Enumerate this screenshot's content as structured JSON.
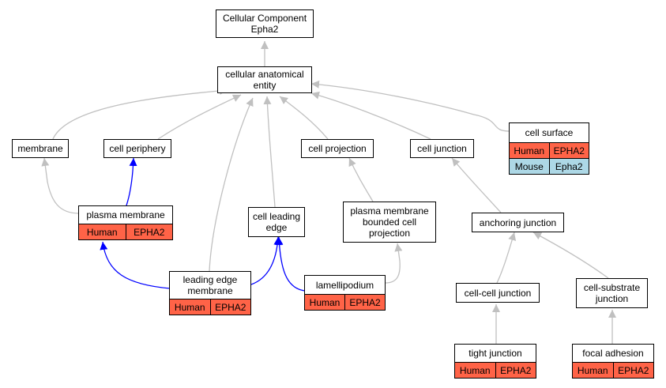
{
  "colors": {
    "human": "#ff6347",
    "mouse": "#add8e6",
    "edge_gray": "#c0c0c0",
    "edge_blue": "#0000ff"
  },
  "nodes": [
    {
      "id": "root",
      "title": "Cellular Component\nEpha2",
      "rows": []
    },
    {
      "id": "cae",
      "title": "cellular anatomical\nentity",
      "rows": []
    },
    {
      "id": "membrane",
      "title": "membrane",
      "rows": []
    },
    {
      "id": "periphery",
      "title": "cell periphery",
      "rows": []
    },
    {
      "id": "projection",
      "title": "cell projection",
      "rows": []
    },
    {
      "id": "junction",
      "title": "cell junction",
      "rows": []
    },
    {
      "id": "surface",
      "title": "cell surface",
      "rows": [
        {
          "species": "Human",
          "gene": "EPHA2",
          "kind": "human"
        },
        {
          "species": "Mouse",
          "gene": "Epha2",
          "kind": "mouse"
        }
      ]
    },
    {
      "id": "pm",
      "title": "plasma membrane",
      "rows": [
        {
          "species": "Human",
          "gene": "EPHA2",
          "kind": "human"
        }
      ]
    },
    {
      "id": "leading",
      "title": "cell leading\nedge",
      "rows": []
    },
    {
      "id": "pmbcp",
      "title": "plasma membrane\nbounded cell\nprojection",
      "rows": []
    },
    {
      "id": "anchoring",
      "title": "anchoring junction",
      "rows": []
    },
    {
      "id": "lem",
      "title": "leading edge\nmembrane",
      "rows": [
        {
          "species": "Human",
          "gene": "EPHA2",
          "kind": "human"
        }
      ]
    },
    {
      "id": "lamelli",
      "title": "lamellipodium",
      "rows": [
        {
          "species": "Human",
          "gene": "EPHA2",
          "kind": "human"
        }
      ]
    },
    {
      "id": "ccj",
      "title": "cell-cell junction",
      "rows": []
    },
    {
      "id": "csj",
      "title": "cell-substrate\njunction",
      "rows": []
    },
    {
      "id": "tight",
      "title": "tight junction",
      "rows": [
        {
          "species": "Human",
          "gene": "EPHA2",
          "kind": "human"
        }
      ]
    },
    {
      "id": "focal",
      "title": "focal adhesion",
      "rows": [
        {
          "species": "Human",
          "gene": "EPHA2",
          "kind": "human"
        }
      ]
    }
  ]
}
